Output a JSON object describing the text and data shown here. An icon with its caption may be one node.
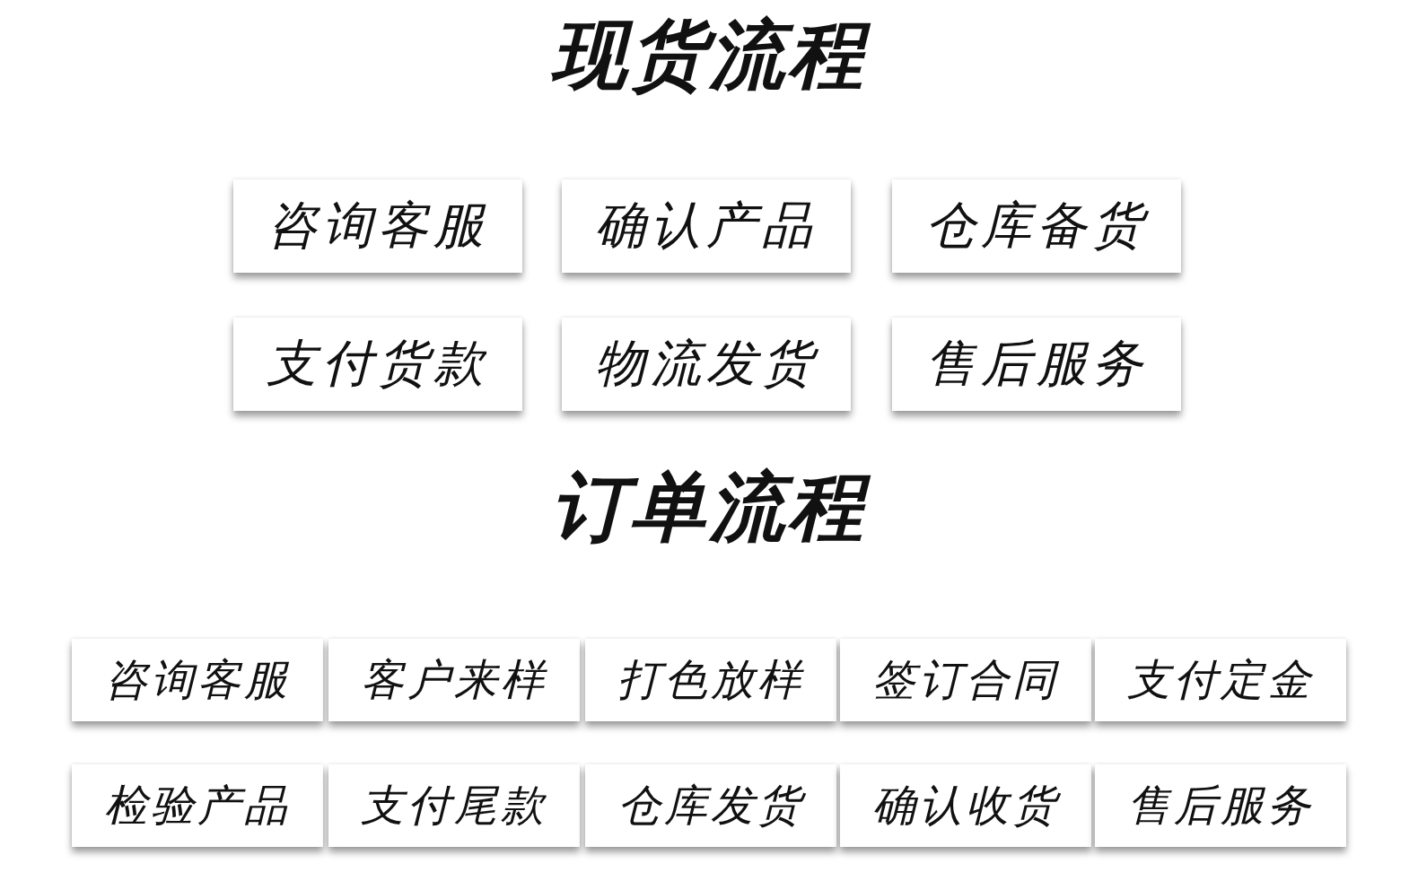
{
  "diagram": {
    "nodes": [
      {
        "text": [
          "咨询客服"
        ]
      },
      {
        "text": [
          "确认产品"
        ]
      },
      {
        "text": [
          "仓库备货"
        ]
      },
      {
        "text": [
          "支付货款"
        ]
      },
      {
        "text": [
          "物流发货"
        ]
      },
      {
        "text": [
          "售后服务"
        ]
      },
      {
        "text": [
          "咨询客服"
        ]
      },
      {
        "text": [
          "客户来样"
        ]
      },
      {
        "text": [
          "打色放样"
        ]
      },
      {
        "text": [
          "签订合同"
        ]
      },
      {
        "text": [
          "支付定金"
        ]
      },
      {
        "text": [
          "检验产品"
        ]
      },
      {
        "text": [
          "支付尾款"
        ]
      },
      {
        "text": [
          "仓库发货"
        ]
      },
      {
        "text": [
          "确认收货"
        ]
      },
      {
        "text": [
          "售后服务"
        ]
      }
    ],
    "labels": [
      "现货流程",
      "订单流程"
    ]
  }
}
